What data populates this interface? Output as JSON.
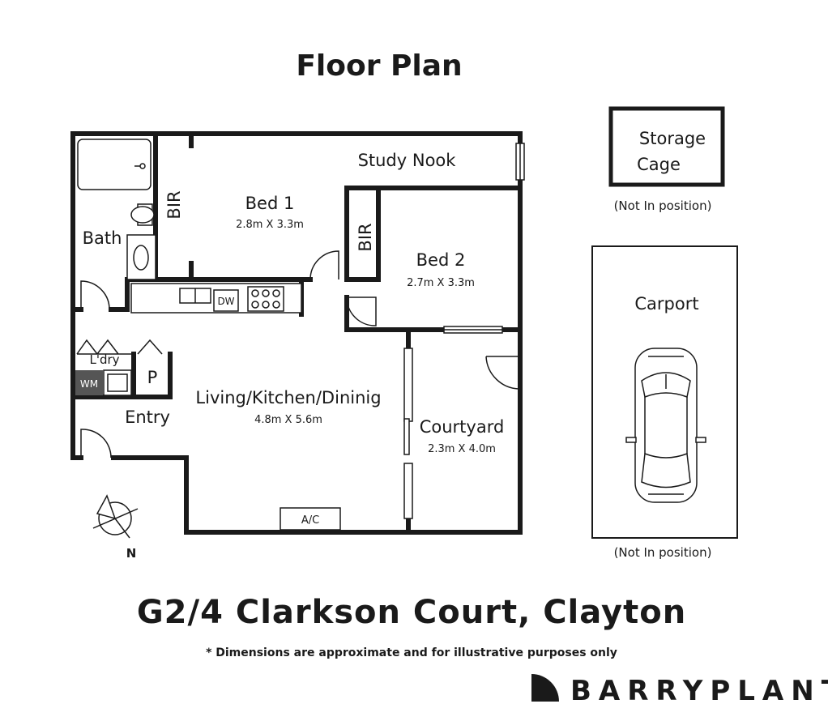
{
  "title": "Floor Plan",
  "rooms": {
    "study_nook": "Study Nook",
    "bed1": {
      "label": "Bed 1",
      "dims": "2.8m X 3.3m"
    },
    "bed2": {
      "label": "Bed 2",
      "dims": "2.7m X 3.3m"
    },
    "bir": "BIR",
    "bath": "Bath",
    "laundry": "L'dry",
    "pantry": "P",
    "wm": "WM",
    "dw": "DW",
    "entry": "Entry",
    "living": {
      "label": "Living/Kitchen/Dininig",
      "dims": "4.8m X 5.6m"
    },
    "courtyard": {
      "label": "Courtyard",
      "dims": "2.3m X 4.0m"
    },
    "ac": "A/C"
  },
  "storage": {
    "label_line1": "Storage",
    "label_line2": "Cage",
    "note": "(Not In position)"
  },
  "carport": {
    "label": "Carport",
    "note": "(Not In position)"
  },
  "compass": {
    "label": "N"
  },
  "address": "G2/4 Clarkson Court, Clayton",
  "disclaimer": "* Dimensions are approximate and for illustrative purposes only",
  "brand": {
    "name": "BARRYPLANT",
    "color": "#1a1a1a"
  }
}
